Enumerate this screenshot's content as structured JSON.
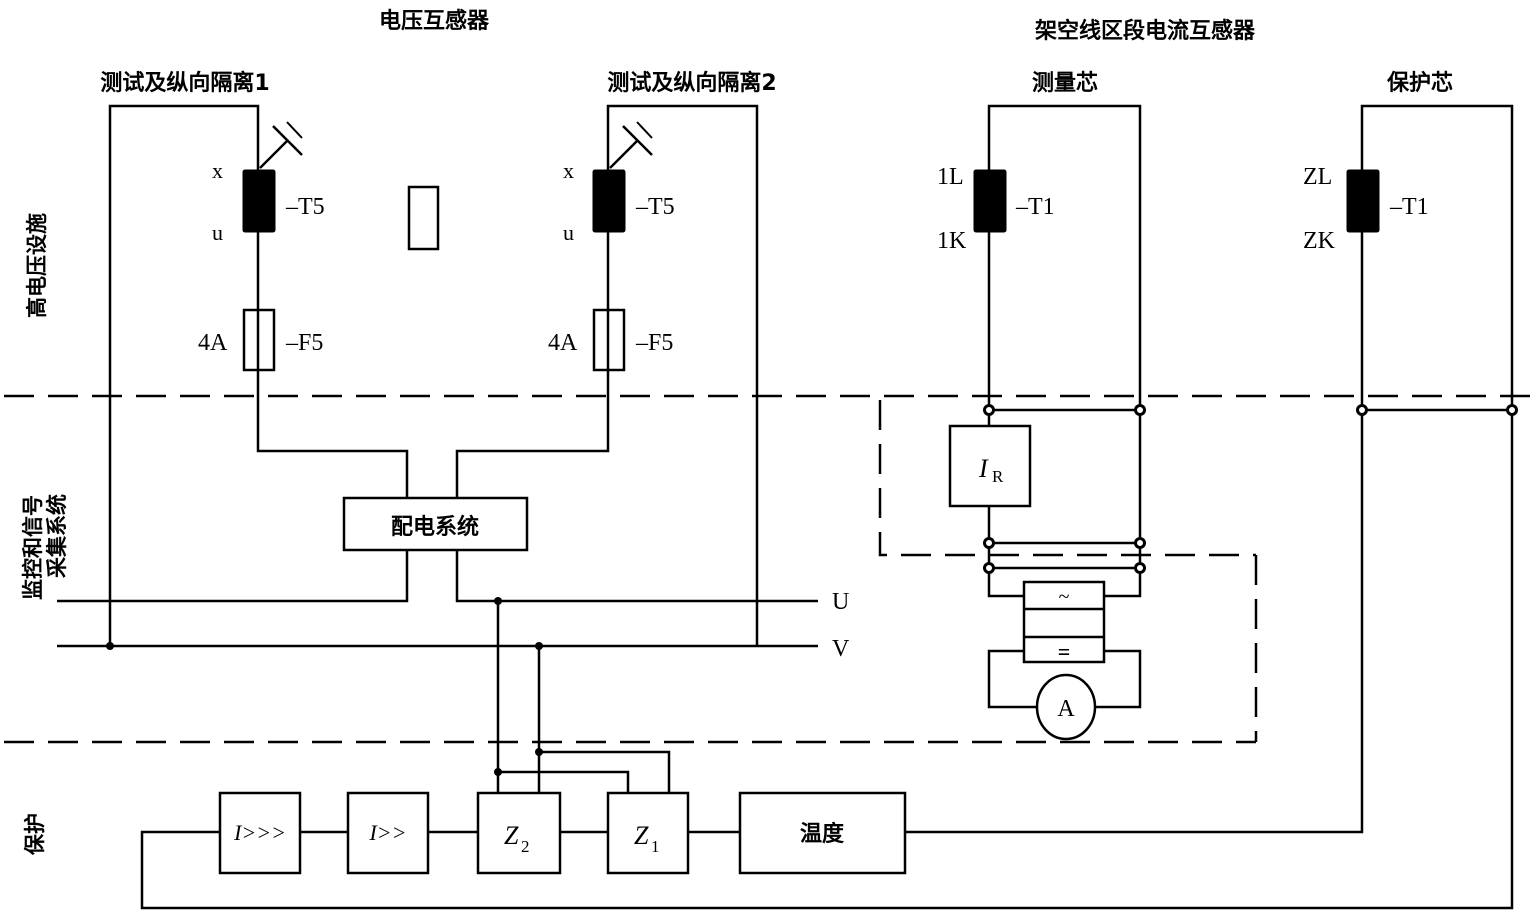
{
  "titles": {
    "voltage_transformer": "电压互感器",
    "current_transformer": "架空线区段电流互感器",
    "test_isolation_1": "测试及纵向隔离1",
    "test_isolation_2": "测试及纵向隔离2",
    "measuring_core": "测量芯",
    "protection_core": "保护芯"
  },
  "zones": {
    "high_voltage": "高电压设施",
    "monitoring_line1": "监控和信号",
    "monitoring_line2": "采集系统",
    "protection": "保护"
  },
  "vt1": {
    "top_terminal": "x",
    "bottom_terminal": "u",
    "designation": "–T5",
    "fuse_rating": "4A",
    "fuse_designation": "–F5"
  },
  "vt2": {
    "top_terminal": "x",
    "bottom_terminal": "u",
    "designation": "–T5",
    "fuse_rating": "4A",
    "fuse_designation": "–F5"
  },
  "ct_measuring": {
    "top_terminal": "1L",
    "bottom_terminal": "1K",
    "designation": "–T1"
  },
  "ct_protection": {
    "top_terminal": "ZL",
    "bottom_terminal": "ZK",
    "designation": "–T1"
  },
  "blocks": {
    "power_distribution": "配电系统",
    "current_relay_main": "I",
    "current_relay_sub": "R",
    "converter_ac": "~",
    "converter_dc": "=",
    "ammeter": "A",
    "overcurrent_3": "I>>>",
    "overcurrent_2": "I>>",
    "impedance_2_main": "Z",
    "impedance_2_sub": "2",
    "impedance_1_main": "Z",
    "impedance_1_sub": "1",
    "temperature": "温度"
  },
  "buses": {
    "u": "U",
    "v": "V"
  }
}
